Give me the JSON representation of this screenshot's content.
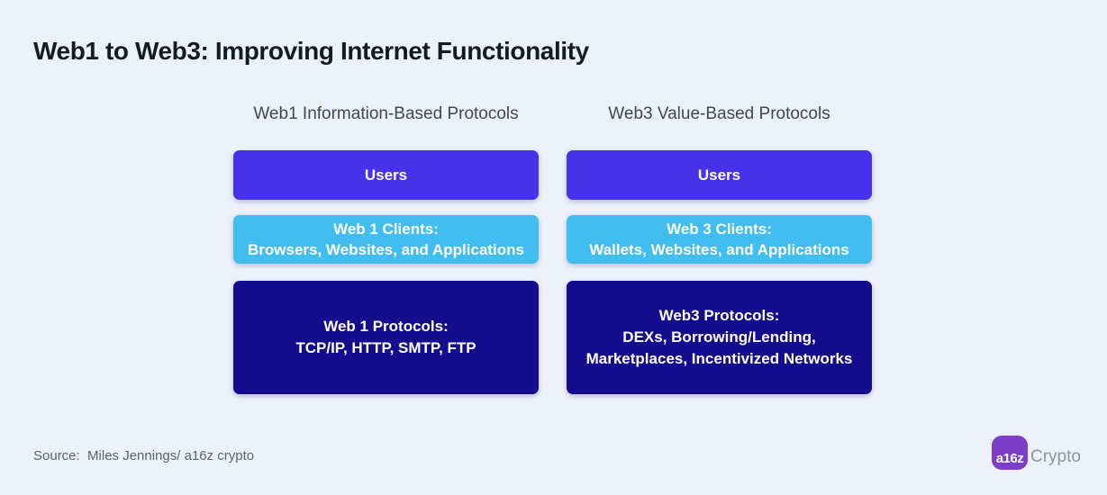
{
  "title": "Web1 to Web3: Improving Internet Functionality",
  "columns": [
    {
      "header": "Web1 Information-Based Protocols",
      "boxes": [
        {
          "lines": [
            "Users"
          ]
        },
        {
          "lines": [
            "Web 1 Clients:",
            "Browsers, Websites, and Applications"
          ]
        },
        {
          "lines": [
            "Web 1 Protocols:",
            "TCP/IP, HTTP, SMTP, FTP"
          ]
        }
      ]
    },
    {
      "header": "Web3 Value-Based Protocols",
      "boxes": [
        {
          "lines": [
            "Users"
          ]
        },
        {
          "lines": [
            "Web 3 Clients:",
            "Wallets, Websites, and Applications"
          ]
        },
        {
          "lines": [
            "Web3 Protocols:",
            "DEXs, Borrowing/Lending,",
            "Marketplaces, Incentivized Networks"
          ]
        }
      ]
    }
  ],
  "footer": {
    "source": "Source:  Miles Jennings/ a16z crypto",
    "logo": {
      "badge": "a16z",
      "wordmark": "Crypto"
    }
  },
  "colors": {
    "background": "#EDF2FA",
    "users_box": "#4632E8",
    "clients_box": "#41BDF0",
    "protocols_box": "#130C8C",
    "title_text": "#141A26",
    "header_text": "#3E4756",
    "source_text": "#5A6372",
    "logo_badge": "#7D3FC8",
    "logo_wordmark": "#8C95A3"
  }
}
